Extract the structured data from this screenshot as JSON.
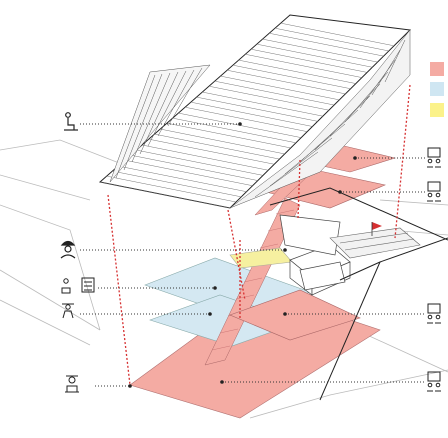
{
  "legend": [
    {
      "name": "legend-swatch-red",
      "color": "#F4ABA3"
    },
    {
      "name": "legend-swatch-blue",
      "color": "#CFE6F2"
    },
    {
      "name": "legend-swatch-yellow",
      "color": "#FBF28A"
    }
  ],
  "colors": {
    "red_zone": "#F4ABA3",
    "blue_zone": "#D4E8F2",
    "yellow_zone": "#F6F0A0",
    "red_dotted": "#D63031",
    "line": "#333333",
    "flag": "#D63031"
  },
  "icons": {
    "left": [
      "person-sitting-icon",
      "worker-icon",
      "workstation-group-icon",
      "crane-person-icon",
      "robot-arm-icon"
    ],
    "right": [
      "group-meeting-icon",
      "group-meeting-icon",
      "group-meeting-icon",
      "group-meeting-icon"
    ]
  }
}
